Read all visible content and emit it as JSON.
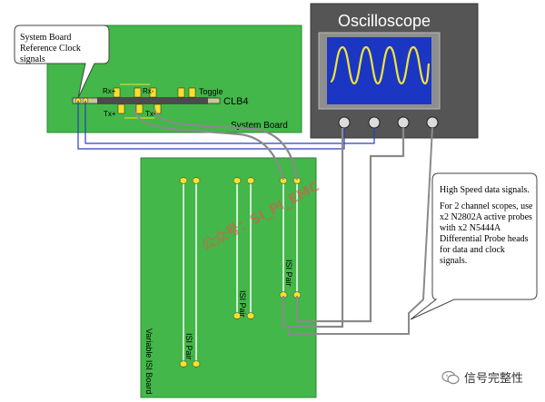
{
  "oscilloscope": {
    "title": "Oscilloscope"
  },
  "system_board": {
    "title": "System Board",
    "connector": "CLB4",
    "toggle_label": "Toggle",
    "rx_plus": "Rx+",
    "rx_minus": "Rx-",
    "tx_plus": "Tx+",
    "tx_minus": "Tx-"
  },
  "callout_clock": {
    "text": "System Board Reference Clock signals"
  },
  "variable_board": {
    "title": "Variable ISI Board",
    "pair_label": "ISI Pair"
  },
  "callout_hs": {
    "line1": "High Speed data signals.",
    "line2": "For 2 channel scopes, use x2 N2802A active probes with x2 N5444A Differential Probe heads for data and clock signals."
  },
  "watermark": "公众号：SI_PI_EMC",
  "footer": "信号完整性",
  "colors": {
    "board_green": "#43b749",
    "scope_body": "#555555",
    "screen_blue": "#1c36c4",
    "waveform": "#f2e43a",
    "trace_blue": "#2c3fbd",
    "cable_gray": "#8a8a8a"
  }
}
